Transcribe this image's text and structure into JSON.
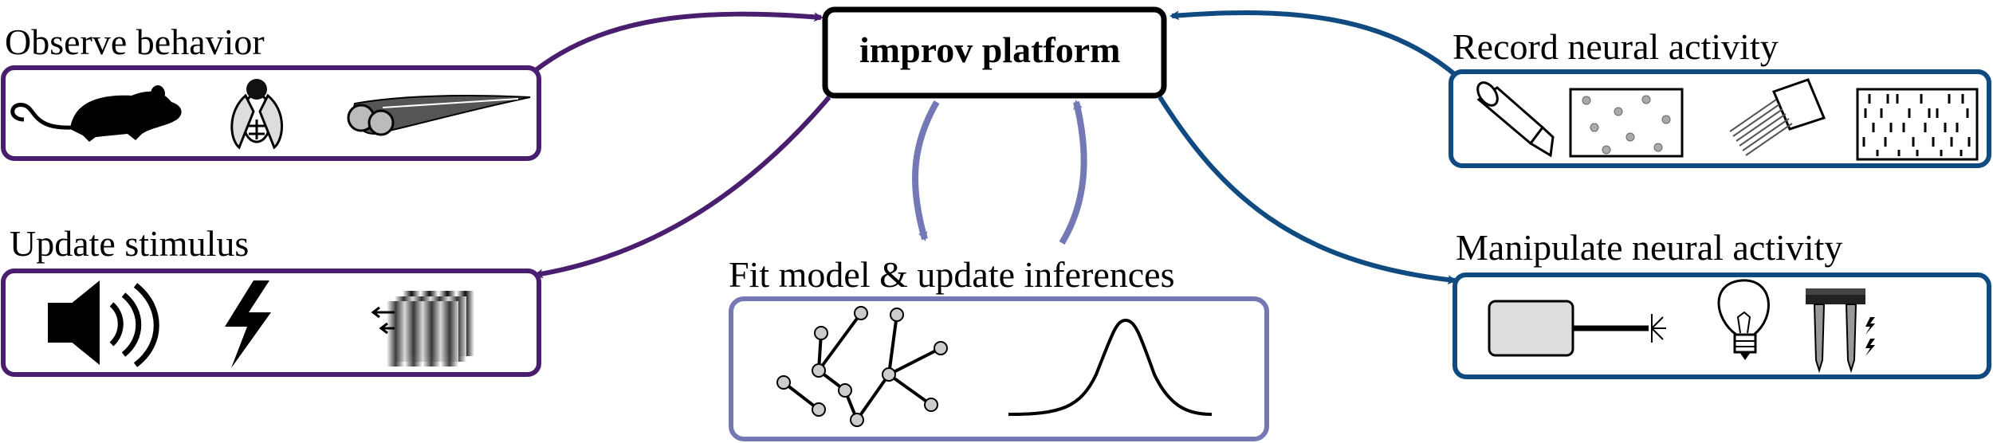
{
  "center": {
    "title": "improv platform"
  },
  "left": {
    "observe": {
      "title": "Observe behavior",
      "icons": [
        "mouse-icon",
        "fly-icon",
        "zebrafish-icon"
      ]
    },
    "stimulus": {
      "title": "Update stimulus",
      "icons": [
        "speaker-icon",
        "lightning-icon",
        "grating-icon"
      ]
    }
  },
  "right": {
    "record": {
      "title": "Record neural activity",
      "icons": [
        "microscope-objective-icon",
        "cell-image-icon",
        "electrode-array-icon",
        "spike-raster-icon"
      ]
    },
    "manipulate": {
      "title": "Manipulate neural activity",
      "icons": [
        "optogenetics-laser-icon",
        "light-bulb-icon",
        "stimulation-electrode-icon"
      ]
    }
  },
  "bottom": {
    "fit": {
      "title": "Fit model & update inferences",
      "icons": [
        "network-graph-icon",
        "gaussian-curve-icon"
      ]
    }
  },
  "colors": {
    "purple": "#4a1e6e",
    "blue": "#0f4a80",
    "lavender": "#7479b5",
    "black": "#000000"
  }
}
